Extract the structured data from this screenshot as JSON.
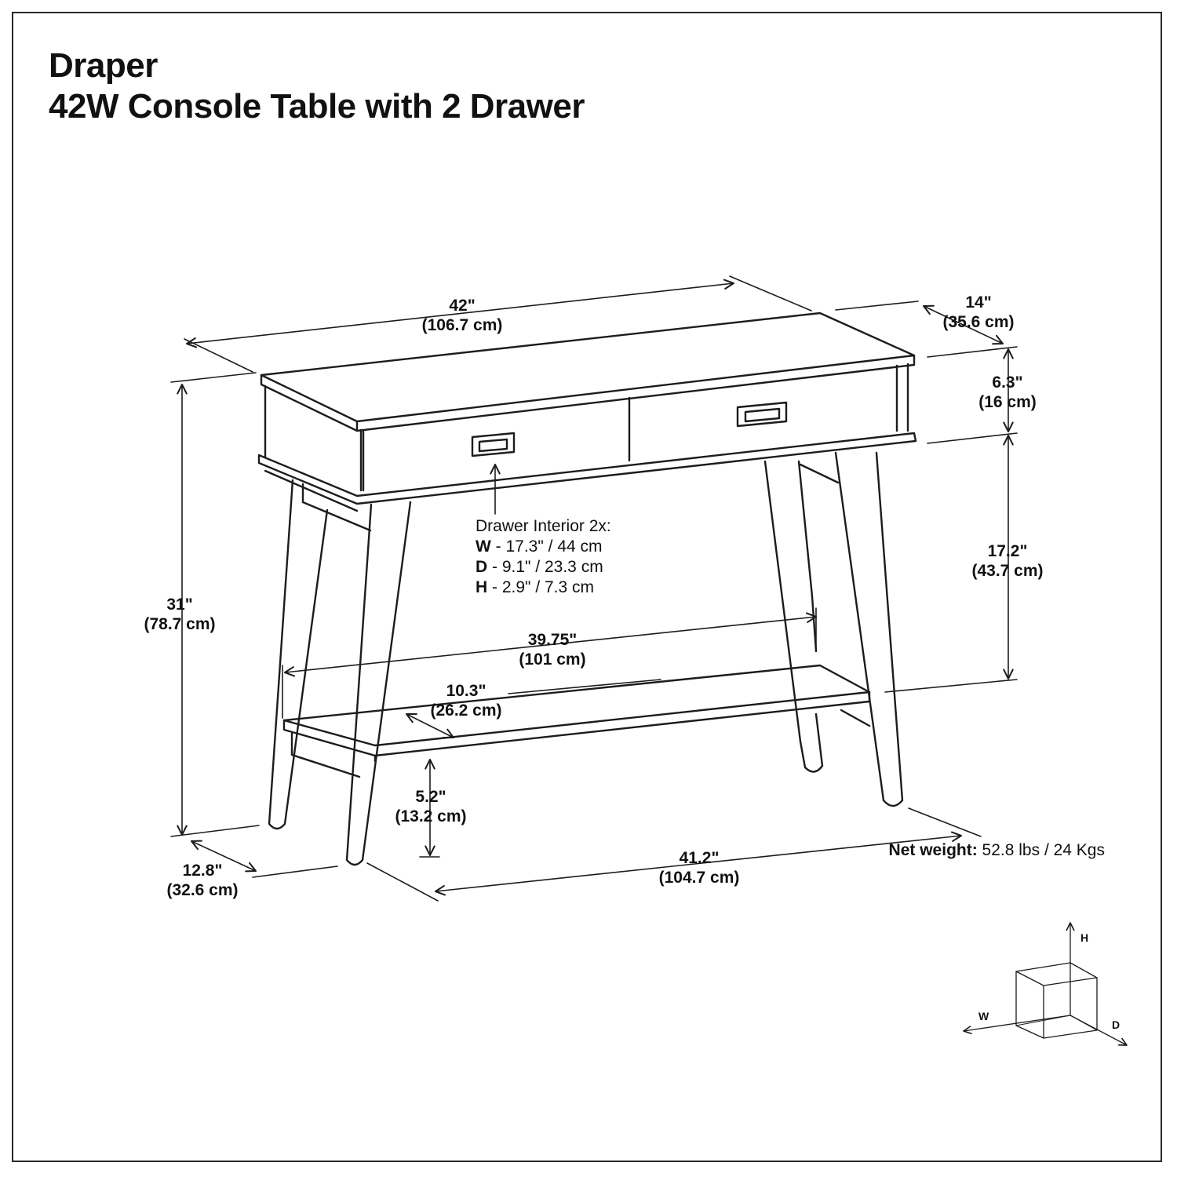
{
  "title": {
    "line1": "Draper",
    "line2": "42W Console Table with 2 Drawer"
  },
  "dimensions": {
    "width_top": {
      "imperial": "42\"",
      "metric": "(106.7 cm)"
    },
    "depth_top": {
      "imperial": "14\"",
      "metric": "(35.6 cm)"
    },
    "apron_height": {
      "imperial": "6.3\"",
      "metric": "(16 cm)"
    },
    "overall_height": {
      "imperial": "31\"",
      "metric": "(78.7 cm)"
    },
    "under_apron_height": {
      "imperial": "17.2\"",
      "metric": "(43.7 cm)"
    },
    "shelf_width": {
      "imperial": "39.75\"",
      "metric": "(101 cm)"
    },
    "shelf_depth": {
      "imperial": "10.3\"",
      "metric": "(26.2 cm)"
    },
    "shelf_clearance": {
      "imperial": "5.2\"",
      "metric": "(13.2 cm)"
    },
    "base_depth": {
      "imperial": "12.8\"",
      "metric": "(32.6 cm)"
    },
    "base_width": {
      "imperial": "41.2\"",
      "metric": "(104.7 cm)"
    }
  },
  "drawer_interior": {
    "heading": "Drawer Interior 2x:",
    "w_key": "W",
    "w_value": " - 17.3\" / 44 cm",
    "d_key": "D",
    "d_value": " - 9.1\" / 23.3 cm",
    "h_key": "H",
    "h_value": " - 2.9\" / 7.3 cm"
  },
  "net_weight": {
    "label": "Net weight:",
    "value": " 52.8 lbs / 24 Kgs"
  },
  "axes": {
    "h": "H",
    "w": "W",
    "d": "D"
  }
}
